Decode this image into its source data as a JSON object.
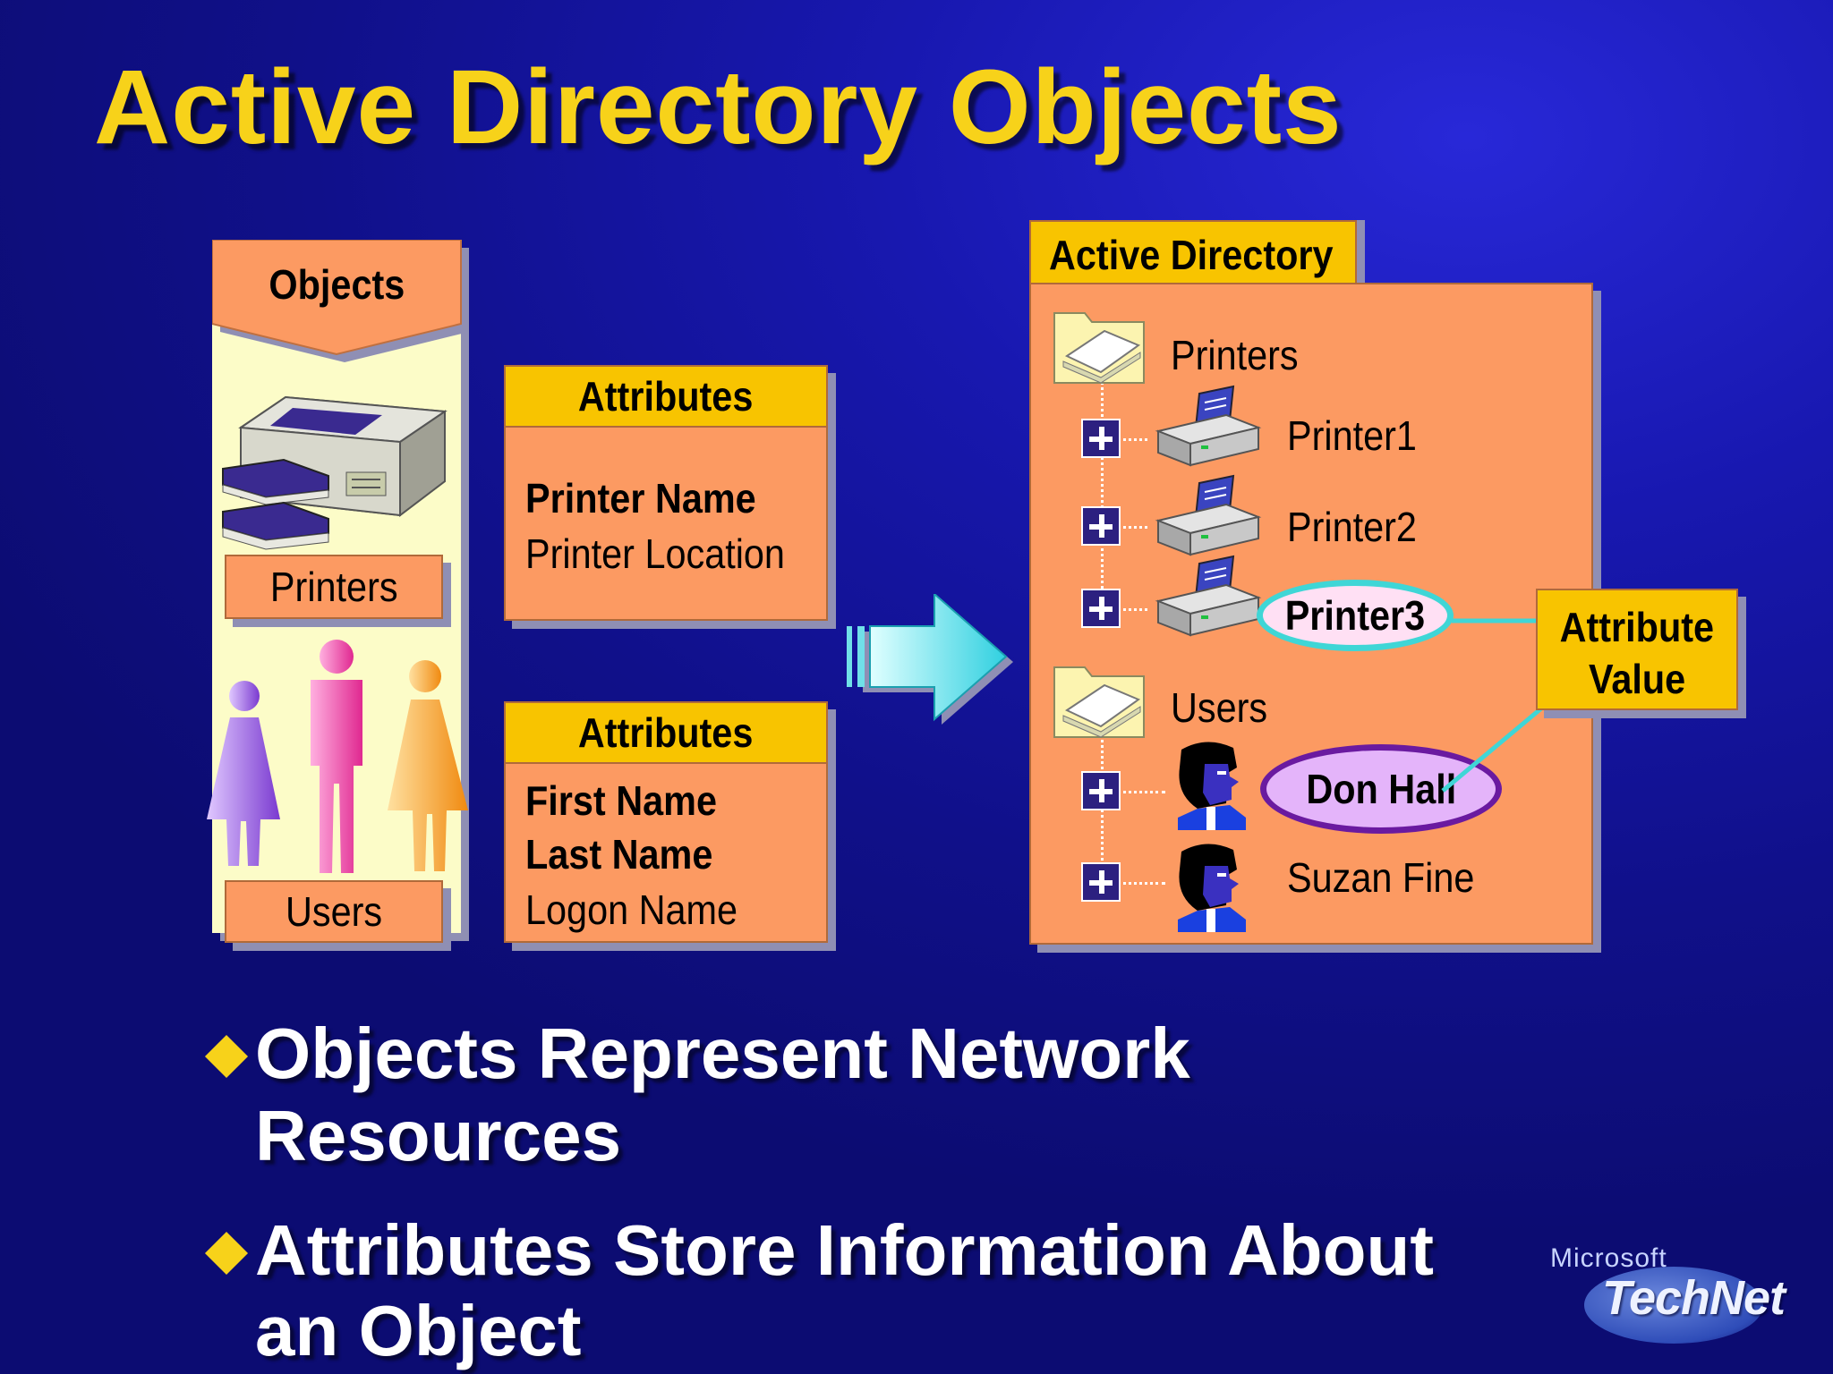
{
  "slide": {
    "title": "Active Directory Objects"
  },
  "objects_panel": {
    "header": "Objects",
    "printers_label": "Printers",
    "users_label": "Users"
  },
  "printer_attributes": {
    "header": "Attributes",
    "items": [
      "Printer Name",
      "Printer Location"
    ]
  },
  "user_attributes": {
    "header": "Attributes",
    "items": [
      "First Name",
      "Last Name",
      "Logon Name"
    ]
  },
  "active_directory": {
    "header": "Active Directory",
    "printers_folder": "Printers",
    "printers": [
      "Printer1",
      "Printer2",
      "Printer3"
    ],
    "users_folder": "Users",
    "users": [
      "Don Hall",
      "Suzan Fine"
    ]
  },
  "callout": {
    "line1": "Attribute",
    "line2": "Value"
  },
  "bullets": [
    {
      "line1": "Objects Represent Network",
      "line2": "Resources"
    },
    {
      "line1": "Attributes Store Information About",
      "line2": "an Object"
    }
  ],
  "logo": {
    "brand": "Microsoft",
    "product": "TechNet"
  },
  "colors": {
    "title": "#f7d21a",
    "box_orange": "#fc9a62",
    "header_yellow": "#f8c400",
    "highlight_cyan": "#3fd6d6",
    "highlight_purple": "#6a1aa0"
  }
}
